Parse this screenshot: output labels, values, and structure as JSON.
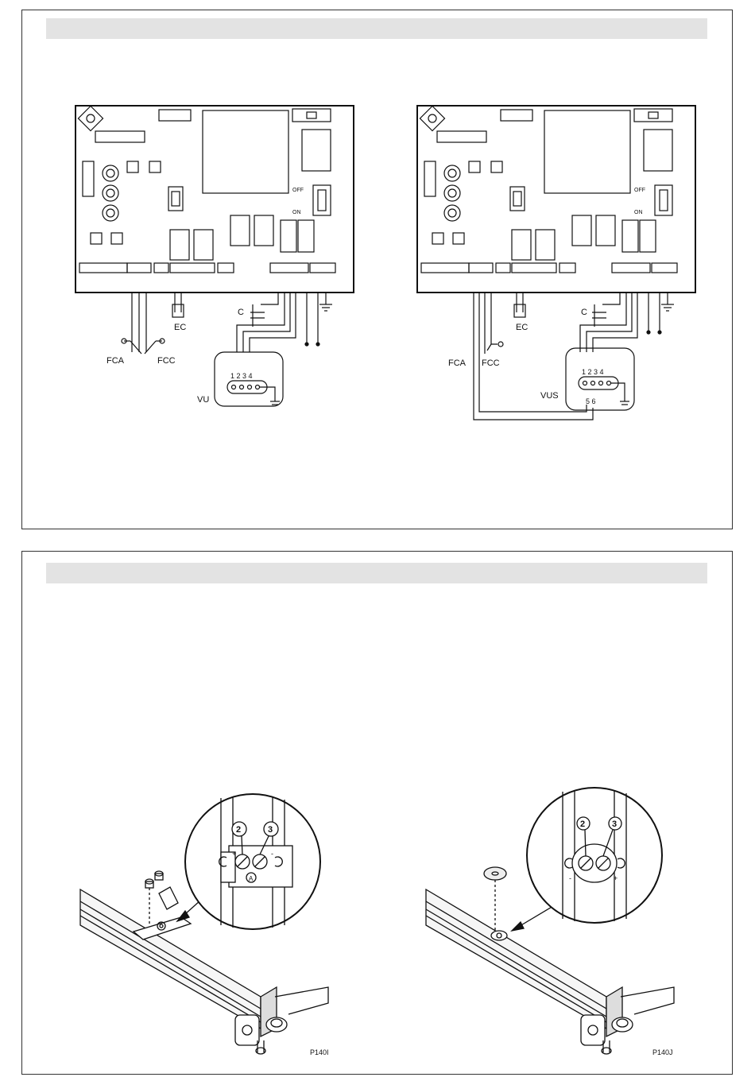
{
  "wiring": {
    "left": {
      "fca": "FCA",
      "fcc": "FCC",
      "ec": "EC",
      "c": "C",
      "vu": "VU",
      "pins": "1 2 3 4",
      "off": "OFF",
      "on": "ON"
    },
    "right": {
      "fca": "FCA",
      "fcc": "FCC",
      "ec": "EC",
      "c": "C",
      "vus": "VUS",
      "pins": "1 2 3 4",
      "pins_lower": "5  6",
      "off": "OFF",
      "on": "ON"
    }
  },
  "adjust": {
    "left": {
      "code": "P140I",
      "n2": "2",
      "n3": "3",
      "plus": "+",
      "minus": "-",
      "center": "A"
    },
    "right": {
      "code": "P140J",
      "n2": "2",
      "n3": "3",
      "plus": "+",
      "minus": "-"
    }
  }
}
